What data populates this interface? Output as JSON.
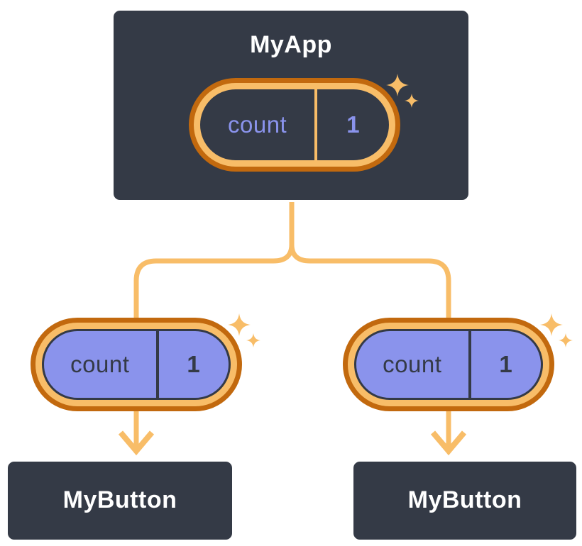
{
  "page": {
    "background": "#FFFFFF"
  },
  "colors": {
    "card": "#343A46",
    "cardBorder": "#FFFFFF",
    "orangeDark": "#C2690E",
    "orangeLight": "#F8BD68",
    "periwinkle": "#8A93EC",
    "textLight": "#FFFFFF",
    "textDark": "#343A46",
    "pageBg": "#FFFFFF"
  },
  "diagram": {
    "root": {
      "title": "MyApp",
      "state": {
        "name": "count",
        "value": "1"
      }
    },
    "children": [
      {
        "title": "MyButton",
        "state": {
          "name": "count",
          "value": "1"
        }
      },
      {
        "title": "MyButton",
        "state": {
          "name": "count",
          "value": "1"
        }
      }
    ]
  }
}
